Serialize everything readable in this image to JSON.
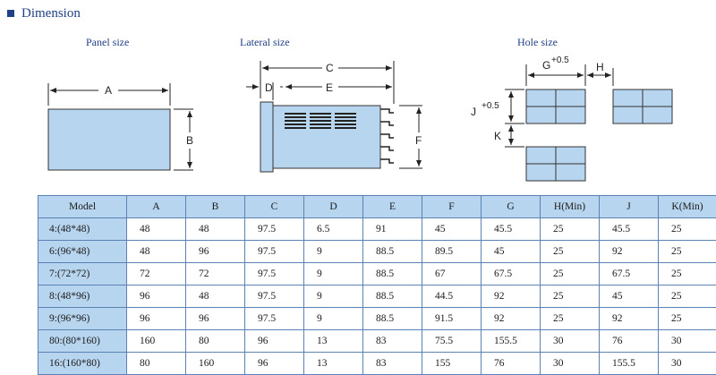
{
  "header": {
    "title": "Dimension"
  },
  "labels": {
    "panel_size": "Panel size",
    "lateral_size": "Lateral size",
    "hole_size": "Hole size"
  },
  "dims": {
    "a": "A",
    "b": "B",
    "c": "C",
    "d": "D",
    "e": "E",
    "f": "F",
    "g": "G",
    "g_tol": "+0.5",
    "h": "H",
    "j": "J",
    "j_tol": "+0.5",
    "k": "K"
  },
  "colors": {
    "accent": "#1f3f86",
    "fill": "#b7d5ef",
    "border": "#5a82b5"
  },
  "table": {
    "headers": [
      "Model",
      "A",
      "B",
      "C",
      "D",
      "E",
      "F",
      "G",
      "H(Min)",
      "J",
      "K(Min)"
    ],
    "rows": [
      [
        "4:(48*48)",
        "48",
        "48",
        "97.5",
        "6.5",
        "91",
        "45",
        "45.5",
        "25",
        "45.5",
        "25"
      ],
      [
        "6:(96*48)",
        "48",
        "96",
        "97.5",
        "9",
        "88.5",
        "89.5",
        "45",
        "25",
        "92",
        "25"
      ],
      [
        "7:(72*72)",
        "72",
        "72",
        "97.5",
        "9",
        "88.5",
        "67",
        "67.5",
        "25",
        "67.5",
        "25"
      ],
      [
        "8:(48*96)",
        "96",
        "48",
        "97.5",
        "9",
        "88.5",
        "44.5",
        "92",
        "25",
        "45",
        "25"
      ],
      [
        "9:(96*96)",
        "96",
        "96",
        "97.5",
        "9",
        "88.5",
        "91.5",
        "92",
        "25",
        "92",
        "25"
      ],
      [
        "80:(80*160)",
        "160",
        "80",
        "96",
        "13",
        "83",
        "75.5",
        "155.5",
        "30",
        "76",
        "30"
      ],
      [
        "16:(160*80)",
        "80",
        "160",
        "96",
        "13",
        "83",
        "155",
        "76",
        "30",
        "155.5",
        "30"
      ]
    ]
  }
}
